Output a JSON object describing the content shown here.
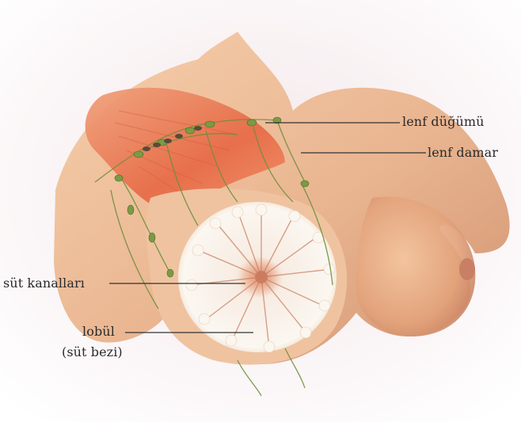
{
  "labels": {
    "lymph_node": "lenf düğümü",
    "lymph_vessel": "lenf damar",
    "milk_ducts": "süt kanalları",
    "lobule": "lobül",
    "lobule_sub": "(süt bezi)"
  },
  "colors": {
    "background": "#ffffff",
    "skin": "#e8b48f",
    "muscle": "#e86a4a",
    "lymph": "#7f9f4a",
    "gland": "#f7f3ea",
    "label_text": "#2a2a2a"
  }
}
